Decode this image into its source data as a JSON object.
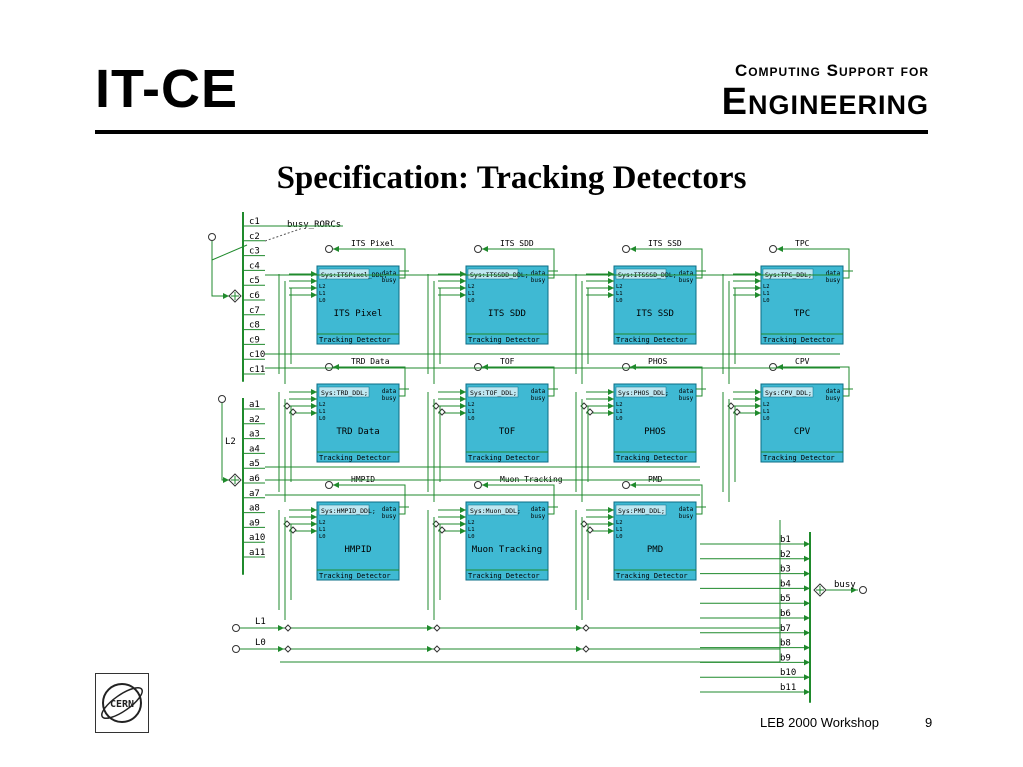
{
  "header": {
    "left_title": "IT-CE",
    "right_line1": "Computing Support for",
    "right_line2": "Engineering"
  },
  "slide": {
    "title": "Specification: Tracking Detectors",
    "footer": "LEB 2000 Workshop",
    "page_number": "9",
    "logo_text": "CERN"
  },
  "diagram": {
    "colors": {
      "wire": "#1f8a2c",
      "box": "#3fb9d3",
      "box_border": "#0b6d85",
      "port": "#1f8a2c"
    },
    "c_bus": [
      "c1",
      "c2",
      "c3",
      "c4",
      "c5",
      "c6",
      "c7",
      "c8",
      "c9",
      "c10",
      "c11"
    ],
    "c_bus_output": "busy_RORCs",
    "a_bus": [
      "a1",
      "a2",
      "a3",
      "a4",
      "a5",
      "a6",
      "a7",
      "a8",
      "a9",
      "a10",
      "a11"
    ],
    "a_bus_label": "L2",
    "b_bus": [
      "b1",
      "b2",
      "b3",
      "b4",
      "b5",
      "b6",
      "b7",
      "b8",
      "b9",
      "b10",
      "b11"
    ],
    "b_bus_output": "busy",
    "inputs": [
      "L1",
      "L0"
    ],
    "port_labels": [
      "L2",
      "L1",
      "L0"
    ],
    "out_data": "data",
    "out_busy": "busy",
    "box_footer": "Tracking Detector",
    "detectors": [
      {
        "label": "ITS Pixel",
        "ddl": "Sys:ITSPixel_DDL;",
        "output": "ITS Pixel"
      },
      {
        "label": "ITS SDD",
        "ddl": "Sys:ITSSDD_DDL;",
        "output": "ITS SDD"
      },
      {
        "label": "ITS SSD",
        "ddl": "Sys:ITSSSD_DDL;",
        "output": "ITS SSD"
      },
      {
        "label": "TPC",
        "ddl": "Sys:TPC_DDL;",
        "output": "TPC"
      },
      {
        "label": "TRD Data",
        "ddl": "Sys:TRD_DDL;",
        "output": "TRD Data"
      },
      {
        "label": "TOF",
        "ddl": "Sys:TOF_DDL;",
        "output": "TOF"
      },
      {
        "label": "PHOS",
        "ddl": "Sys:PHOS_DDL;",
        "output": "PHOS"
      },
      {
        "label": "CPV",
        "ddl": "Sys:CPV_DDL;",
        "output": "CPV"
      },
      {
        "label": "HMPID",
        "ddl": "Sys:HMPID_DDL;",
        "output": "HMPID"
      },
      {
        "label": "Muon Tracking",
        "ddl": "Sys:Muon_DDL;",
        "output": "Muon Tracking"
      },
      {
        "label": "PMD",
        "ddl": "Sys:PMD_DDL;",
        "output": "PMD"
      }
    ]
  }
}
